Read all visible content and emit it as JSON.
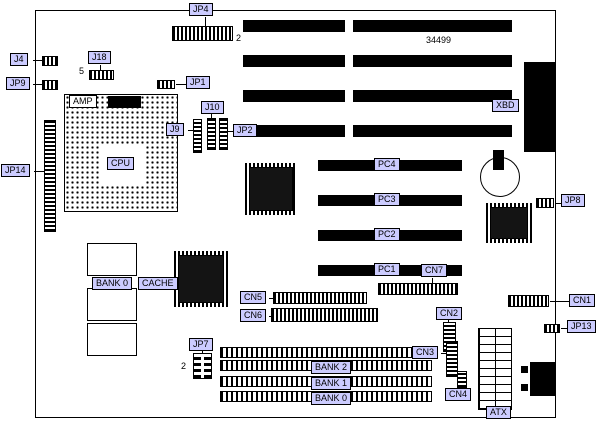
{
  "diagram": {
    "part_number": "34499",
    "colors": {
      "label_bg": "#ccccff",
      "board_bg": "#ffffff",
      "ink": "#000000"
    },
    "labels": {
      "jp4": "JP4",
      "jp4_pin": "2",
      "j4": "J4",
      "jp9": "JP9",
      "j18": "J18",
      "j18_pin": "5",
      "jp1": "JP1",
      "amp": "AMP",
      "j9": "J9",
      "j10": "J10",
      "jp2": "JP2",
      "jp14": "JP14",
      "cpu": "CPU",
      "xbd": "XBD",
      "jp8": "JP8",
      "pc4": "PC4",
      "pc3": "PC3",
      "pc2": "PC2",
      "pc1": "PC1",
      "bank0_chips": "BANK 0",
      "cache": "CACHE",
      "cn5": "CN5",
      "cn6": "CN6",
      "cn7": "CN7",
      "cn2": "CN2",
      "cn1": "CN1",
      "jp13": "JP13",
      "jp7": "JP7",
      "jp7_pin": "2",
      "bank2": "BANK 2",
      "bank1": "BANK 1",
      "bank0": "BANK 0",
      "cn3": "CN3",
      "cn4": "CN4",
      "atx": "ATX"
    }
  }
}
